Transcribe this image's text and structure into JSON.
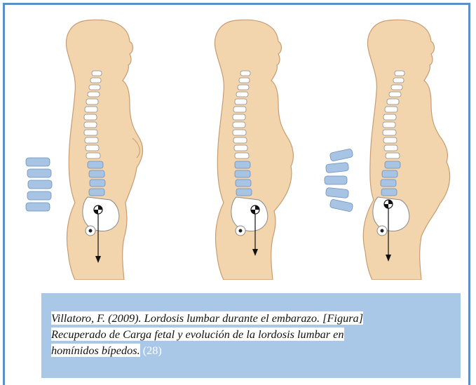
{
  "caption": {
    "line1": "Villatoro, F. (2009). Lordosis lumbar durante el embarazo. [Figura]",
    "line2": "Recuperado de Carga fetal y evolución de la lordosis lumbar en",
    "line3": "homínidos bípedos.",
    "reference": "(28)"
  },
  "colors": {
    "frame_border": "#5b8fc8",
    "caption_background": "#a9c7e6",
    "skin": "#f3d5ad",
    "vertebra_blue": "#a7c4e4"
  },
  "figure": {
    "panels": [
      "body-profile-1",
      "body-profile-2",
      "body-profile-3"
    ],
    "insets": [
      "lumbar-vertebrae-inset-1",
      "lumbar-vertebrae-inset-2"
    ]
  }
}
